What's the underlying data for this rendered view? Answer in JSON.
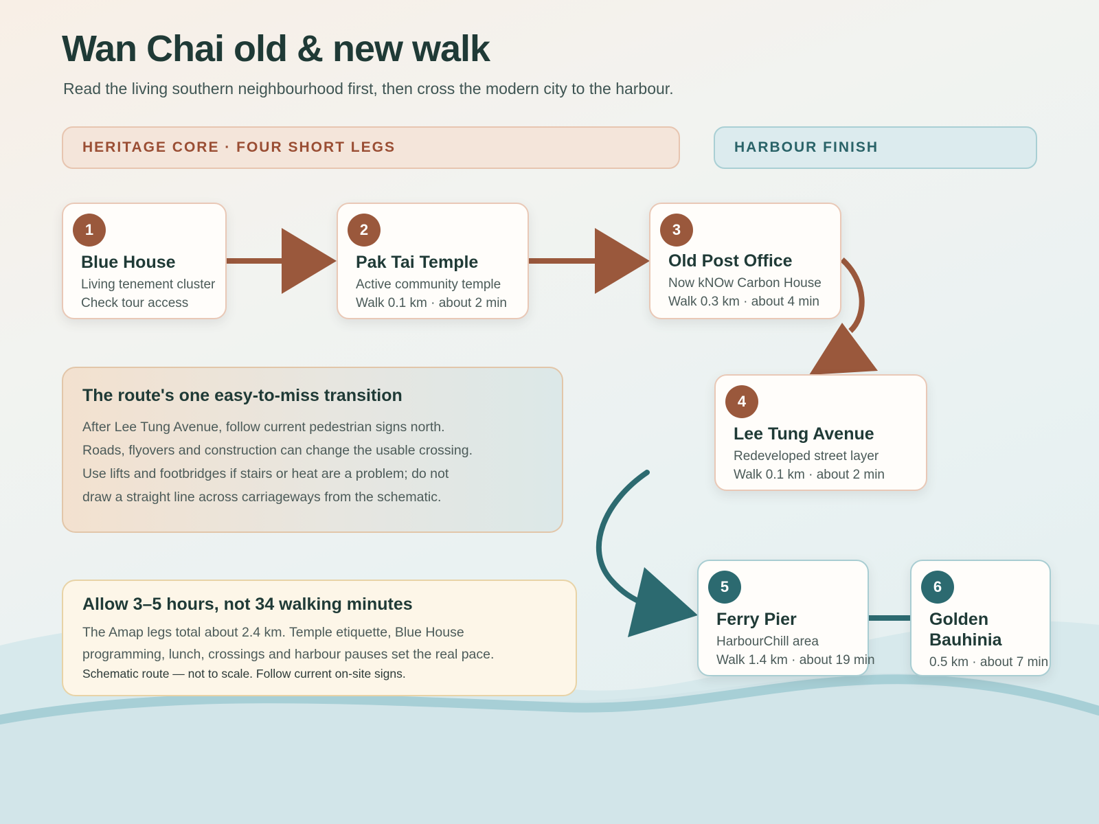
{
  "header": {
    "title": "Wan Chai old & new walk",
    "subtitle": "Read the living southern neighbourhood first, then cross the modern city to the harbour."
  },
  "bands": {
    "heritage": "HERITAGE CORE · FOUR SHORT LEGS",
    "harbour": "HARBOUR FINISH"
  },
  "stops": [
    {
      "num": "1",
      "name": "Blue House",
      "line1": "Living tenement cluster",
      "line2": "Check tour access"
    },
    {
      "num": "2",
      "name": "Pak Tai Temple",
      "line1": "Active community temple",
      "line2": "Walk 0.1 km · about 2 min"
    },
    {
      "num": "3",
      "name": "Old Post Office",
      "line1": "Now kNOw Carbon House",
      "line2": "Walk 0.3 km · about 4 min"
    },
    {
      "num": "4",
      "name": "Lee Tung Avenue",
      "line1": "Redeveloped street layer",
      "line2": "Walk 0.1 km · about 2 min"
    },
    {
      "num": "5",
      "name": "Ferry Pier",
      "line1": "HarbourChill area",
      "line2": "Walk 1.4 km · about 19 min"
    },
    {
      "num": "6",
      "name_line1": "Golden",
      "name_line2": "Bauhinia",
      "line2": "0.5 km · about 7 min"
    }
  ],
  "transition_panel": {
    "title": "The route's one easy-to-miss transition",
    "lines": [
      "After Lee Tung Avenue, follow current pedestrian signs north.",
      "Roads, flyovers and construction can change the usable crossing.",
      "Use lifts and footbridges if stairs or heat are a problem; do not",
      "draw a straight line across carriageways from the schematic."
    ]
  },
  "allow_panel": {
    "title": "Allow 3–5 hours, not 34 walking minutes",
    "lines": [
      "The Amap legs total about 2.4 km. Temple etiquette, Blue House",
      "programming, lunch, crossings and harbour pauses set the real pace."
    ],
    "note": "Schematic route — not to scale. Follow current on-site signs."
  },
  "colors": {
    "heritage_accent": "#9a583c",
    "harbour_accent": "#2c6a70",
    "water": "#d4e8eb"
  }
}
